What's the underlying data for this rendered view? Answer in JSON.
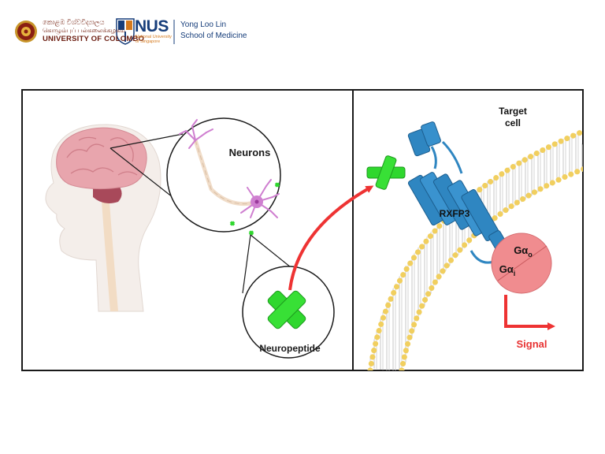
{
  "header": {
    "uoc": {
      "name_si": "කොළඹ විශ්වවිද්‍යාලය",
      "name_ta": "கொழும்புப் பல்கலைக்கழகம்",
      "name_en": "UNIVERSITY OF COLOMBO",
      "crest_icon": "university-crest-icon"
    },
    "nus": {
      "abbr": "NUS",
      "subtitle": "National University of Singapore",
      "school_line1": "Yong Loo Lin",
      "school_line2": "School of Medicine",
      "shield_icon": "nus-shield-icon"
    }
  },
  "figure": {
    "labels": {
      "neurons": "Neurons",
      "neuropeptide": "Neuropeptide",
      "target": "Target",
      "cell": "cell",
      "receptor": "RXFP3",
      "g_alpha": "Gα",
      "sub_o": "o",
      "sub_i": "i",
      "signal": "Signal"
    },
    "colors": {
      "brain": "#e8a5ad",
      "brainstem": "#a8495a",
      "spinal_cord": "#f2dcc4",
      "head": "#f4eeea",
      "neuron": "#cf7fd0",
      "axon": "#f0dcc8",
      "peptide": "#2fd72e",
      "receptor": "#2f86c1",
      "g_protein": "#f08c8f",
      "arrow": "#ee3333",
      "lipid_head": "#f1cf5f"
    }
  }
}
